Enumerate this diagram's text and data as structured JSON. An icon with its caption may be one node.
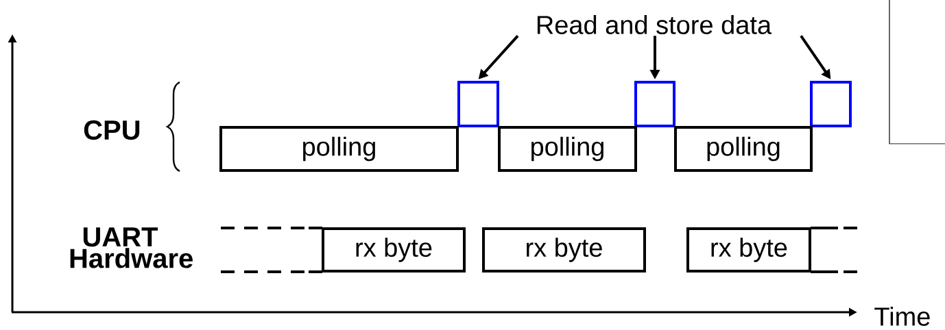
{
  "diagram": {
    "nodes": [
      {
        "text": [
          "Read and store data"
        ]
      },
      {
        "text": [],
        "shape": "box"
      },
      {
        "text": [],
        "shape": "box"
      },
      {
        "text": [],
        "shape": "box"
      },
      {
        "text": [
          "polling"
        ]
      },
      {
        "text": [
          "polling"
        ]
      },
      {
        "text": [
          "polling"
        ]
      },
      {
        "text": [
          "rx byte"
        ]
      },
      {
        "text": [
          "rx byte"
        ]
      },
      {
        "text": [
          "rx byte"
        ]
      }
    ],
    "edges": [
      {
        "from": 0,
        "to": 1,
        "arrow": "to"
      },
      {
        "from": 0,
        "to": 2,
        "arrow": "to"
      },
      {
        "from": 0,
        "to": 3,
        "arrow": "to"
      }
    ],
    "labels": [
      "CPU",
      "UART Hardware",
      "Time"
    ]
  }
}
